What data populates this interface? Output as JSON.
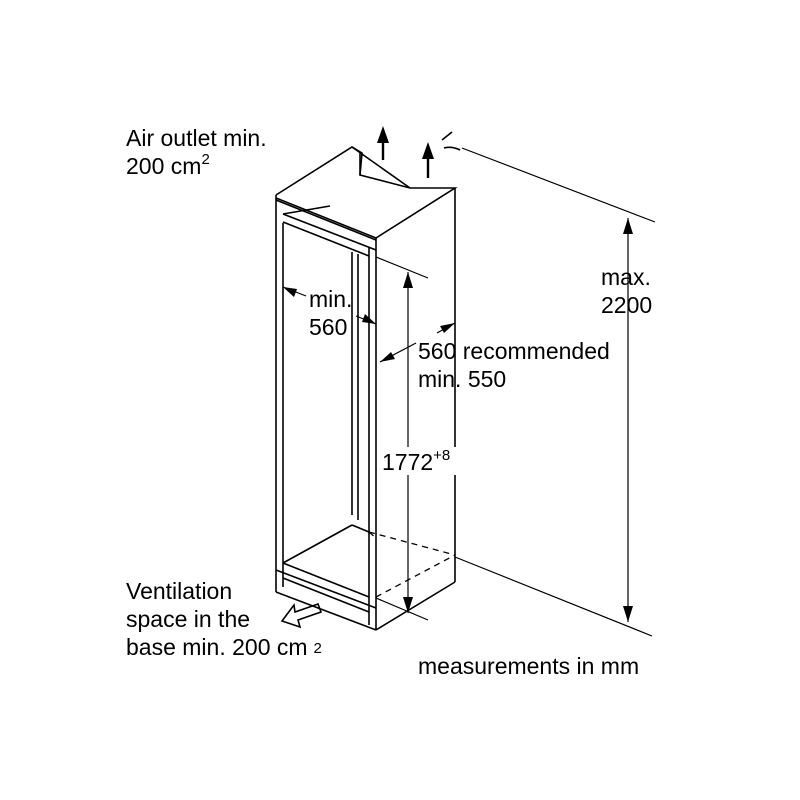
{
  "labels": {
    "air_outlet": {
      "line1": "Air outlet min.",
      "line2": "200 cm",
      "superscript": "2"
    },
    "min_width": {
      "line1": "min.",
      "line2": "560"
    },
    "depth": {
      "line1": "560 recommended",
      "line2": "min. 550"
    },
    "max_height": {
      "line1": "max.",
      "line2": "2200"
    },
    "niche_height": {
      "value": "1772",
      "tolerance": "+8"
    },
    "ventilation": {
      "line1": "Ventilation",
      "line2": "space in the",
      "line3": "base min. 200 cm",
      "superscript": "2"
    },
    "units_note": "measurements in mm"
  },
  "colors": {
    "line": "#000000",
    "background": "#ffffff"
  }
}
